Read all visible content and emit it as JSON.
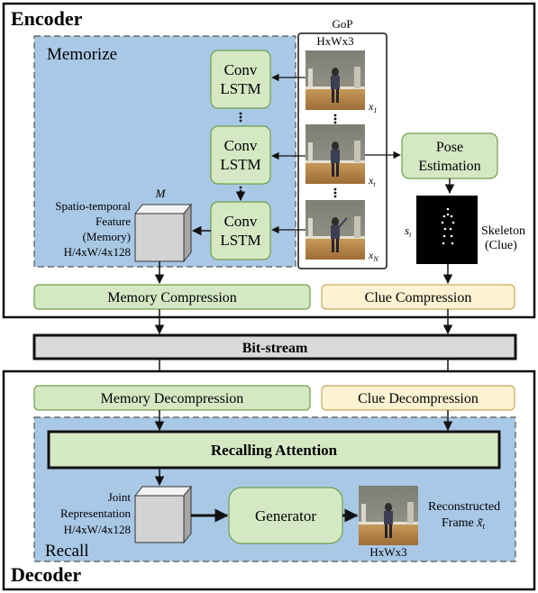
{
  "encoder": {
    "title": "Encoder",
    "memorize_label": "Memorize",
    "gop_label": "GoP",
    "gop_dims": "HxWx3",
    "convlstm_line1": "Conv",
    "convlstm_line2": "LSTM",
    "frame_labels": [
      "x",
      "x",
      "x"
    ],
    "frame_subscripts": [
      "1",
      "t",
      "N"
    ],
    "pose_line1": "Pose",
    "pose_line2": "Estimation",
    "skeleton_symbol": "s",
    "skeleton_subscript": "t",
    "skeleton_line1": "Skeleton",
    "skeleton_line2": "(Clue)",
    "memory_symbol": "M",
    "feature_lines": [
      "Spatio-temporal",
      "Feature",
      "(Memory)",
      "H/4xW/4x128"
    ],
    "memory_compression": "Memory Compression",
    "clue_compression": "Clue Compression"
  },
  "bitstream": "Bit-stream",
  "decoder": {
    "title": "Decoder",
    "recall_label": "Recall",
    "memory_decompression": "Memory Decompression",
    "clue_decompression": "Clue Decompression",
    "recalling_attention": "Recalling Attention",
    "joint_lines": [
      "Joint",
      "Representation",
      "H/4xW/4x128"
    ],
    "generator": "Generator",
    "output_dims": "HxWx3",
    "reconstructed_line1": "Reconstructed",
    "reconstructed_line2": "Frame",
    "reconstructed_symbol": "x̃",
    "reconstructed_subscript": "t"
  },
  "colors": {
    "encoder_region": "#a9c8e6",
    "green_box": "#d5e8c4",
    "green_border": "#6d9e4a",
    "yellow_box": "#fdf2d2",
    "yellow_border": "#c9a85a",
    "bitstream_fill": "#d9d9d9",
    "frame_wall": "#8a8a7c",
    "frame_floor": "#b98a4a"
  }
}
